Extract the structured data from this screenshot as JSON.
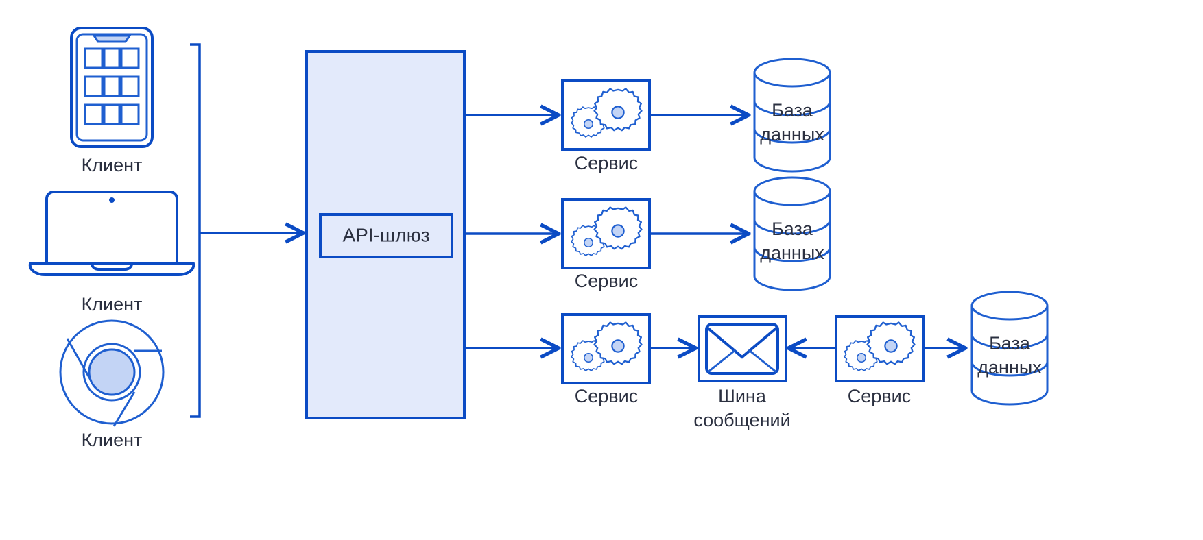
{
  "diagram": {
    "title": "Microservice architecture diagram",
    "language": "ru",
    "colors": {
      "stroke": "#0B4BC4",
      "stroke_light": "#1f5fd0",
      "panel_fill": "#E3EAFB",
      "accent_fill": "#C3D4F5",
      "text": "#2b3040",
      "background": "#ffffff"
    },
    "clients": [
      {
        "icon": "mobile-phone-icon",
        "label": "Клиент"
      },
      {
        "icon": "laptop-icon",
        "label": "Клиент"
      },
      {
        "icon": "browser-icon",
        "label": "Клиент"
      }
    ],
    "gateway": {
      "icon": "gateway-panel",
      "label": "API-шлюз"
    },
    "services": [
      {
        "icon": "gears-icon",
        "label": "Сервис"
      },
      {
        "icon": "gears-icon",
        "label": "Сервис"
      },
      {
        "icon": "gears-icon",
        "label": "Сервис"
      },
      {
        "icon": "gears-icon",
        "label": "Сервис"
      }
    ],
    "databases": [
      {
        "icon": "database-cylinder-icon",
        "label_line1": "База",
        "label_line2": "данных"
      },
      {
        "icon": "database-cylinder-icon",
        "label_line1": "База",
        "label_line2": "данных"
      },
      {
        "icon": "database-cylinder-icon",
        "label_line1": "База",
        "label_line2": "данных"
      }
    ],
    "message_bus": {
      "icon": "envelope-icon",
      "label_line1": "Шина",
      "label_line2": "сообщений"
    }
  }
}
